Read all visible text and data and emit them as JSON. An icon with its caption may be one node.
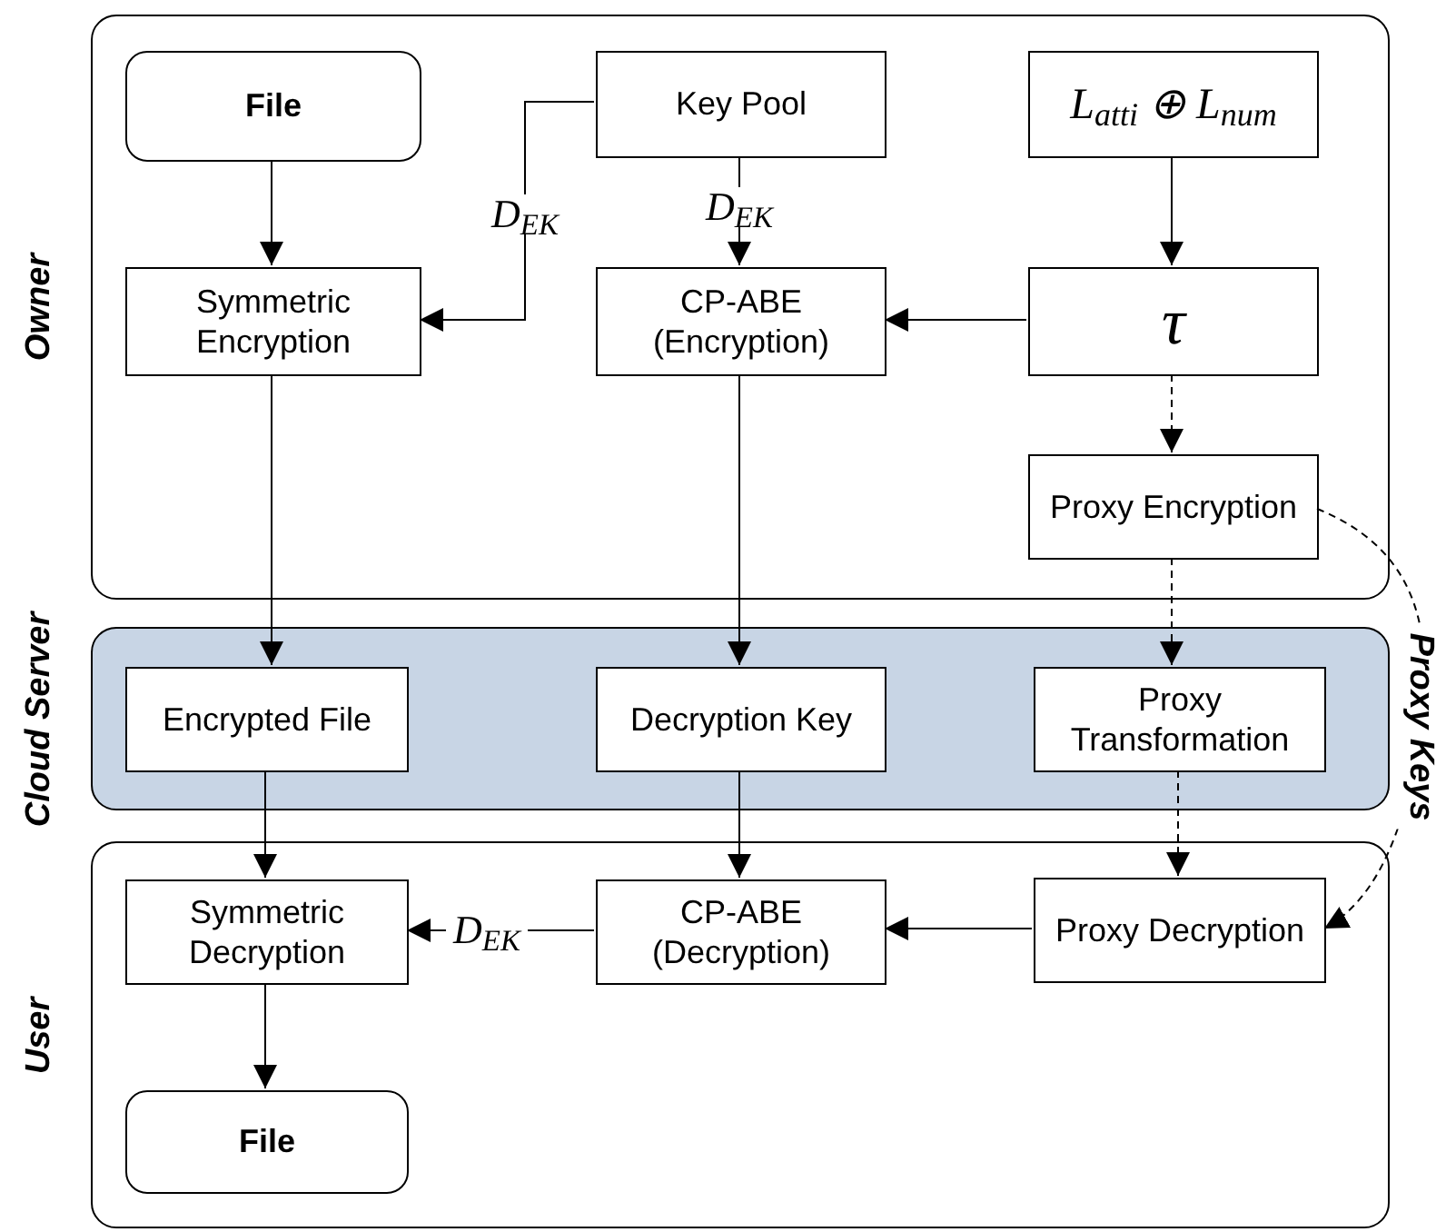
{
  "diagram": {
    "nodes": [
      {
        "text": [
          "Owner"
        ]
      },
      {
        "text": [
          "File"
        ],
        "in": 0
      },
      {
        "text": [
          "Key Pool"
        ],
        "in": 0
      },
      {
        "text": [
          "L$_{att}$$_{i}$ ⊕ L$_{num}$"
        ],
        "in": 0
      },
      {
        "text": [
          "Symmetric Encryption"
        ],
        "in": 0
      },
      {
        "text": [
          "CP-ABE (Encryption)"
        ],
        "in": 0
      },
      {
        "text": [
          "τ"
        ],
        "in": 0
      },
      {
        "text": [
          "Proxy Encryption"
        ],
        "in": 0
      },
      {
        "text": [
          "Cloud Server"
        ]
      },
      {
        "text": [
          "Encrypted File"
        ],
        "in": 8
      },
      {
        "text": [
          "Decryption Key"
        ],
        "in": 8
      },
      {
        "text": [
          "Proxy Transformation"
        ],
        "in": 8
      },
      {
        "text": [
          "User"
        ]
      },
      {
        "text": [
          "Symmetric Decryption"
        ],
        "in": 12
      },
      {
        "text": [
          "CP-ABE (Decryption)"
        ],
        "in": 12
      },
      {
        "text": [
          "Proxy Decryption"
        ],
        "in": 12
      },
      {
        "text": [
          "File"
        ],
        "in": 12
      }
    ],
    "edges": [
      {
        "from": 1,
        "to": 4,
        "arrow": "to"
      },
      {
        "from": 2,
        "to": 4,
        "arrow": "to",
        "label": "D$_{EK}$"
      },
      {
        "from": 2,
        "to": 5,
        "arrow": "to",
        "label": "D$_{EK}$"
      },
      {
        "from": 3,
        "to": 6,
        "arrow": "to"
      },
      {
        "from": 6,
        "to": 5,
        "arrow": "to"
      },
      {
        "from": 6,
        "to": 7,
        "arrow": "to",
        "style": "dashed"
      },
      {
        "from": 4,
        "to": 9,
        "arrow": "to"
      },
      {
        "from": 5,
        "to": 10,
        "arrow": "to"
      },
      {
        "from": 7,
        "to": 11,
        "arrow": "to",
        "style": "dashed"
      },
      {
        "from": 9,
        "to": 13,
        "arrow": "to"
      },
      {
        "from": 10,
        "to": 14,
        "arrow": "to"
      },
      {
        "from": 11,
        "to": 15,
        "arrow": "to",
        "style": "dashed"
      },
      {
        "from": 7,
        "to": 15,
        "arrow": "to",
        "style": "dashed",
        "label": "Proxy Keys"
      },
      {
        "from": 15,
        "to": 14,
        "arrow": "to"
      },
      {
        "from": 14,
        "to": 13,
        "arrow": "to",
        "label": "D$_{EK}$"
      },
      {
        "from": 13,
        "to": 16,
        "arrow": "to"
      }
    ]
  }
}
